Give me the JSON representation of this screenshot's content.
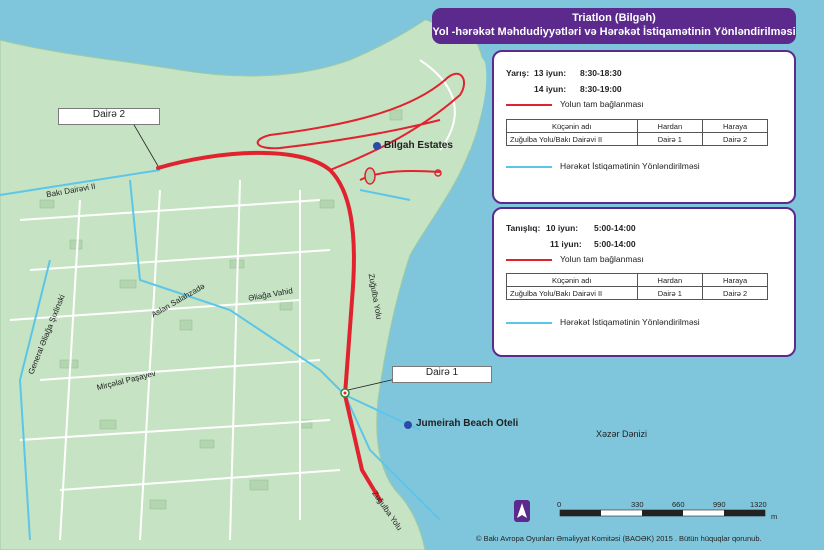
{
  "header": {
    "title_line1": "Triatlon (Bilgəh)",
    "title_line2": "Yol -hərəkət Məhdudiyyətləri və Hərəkət İstiqamətinin Yönləndirilməsi"
  },
  "race_panel": {
    "label_race": "Yarış:",
    "days": [
      {
        "date": "13  iyun:",
        "time": "8:30-18:30"
      },
      {
        "date": "14  iyun:",
        "time": "8:30-19:00"
      }
    ],
    "closure_label": "Yolun tam bağlanması",
    "table_headers": [
      "Küçənin adı",
      "Hardan",
      "Haraya"
    ],
    "table_row": [
      "Zuğulba Yolu/Bakı Dairəvi II",
      "Dairə 1",
      "Dairə 2"
    ],
    "diversion_label": "Hərəkət İstiqamətinin Yönləndirilməsi"
  },
  "familiar_panel": {
    "label_familiar": "Tanışlıq:",
    "days": [
      {
        "date": "10  iyun:",
        "time": "5:00-14:00"
      },
      {
        "date": "11  iyun:",
        "time": "5:00-14:00"
      }
    ],
    "closure_label": "Yolun tam bağlanması",
    "table_headers": [
      "Küçənin adı",
      "Hardan",
      "Haraya"
    ],
    "table_row": [
      "Zuğulba Yolu/Bakı Dairəvi II",
      "Dairə 1",
      "Dairə 2"
    ],
    "diversion_label": "Hərəkət İstiqamətinin Yönləndirilməsi"
  },
  "map_labels": {
    "circle2": "Dairə 2",
    "circle1": "Dairə 1",
    "bilgah": "Bilgah Estates",
    "jumeirah": "Jumeirah Beach Oteli",
    "sea": "Xəzər Dənizi",
    "baku_ring": "Bakı Dairəvi II",
    "aslan": "Aslan Salahzadə",
    "eliaga": "Əliağa Vahid",
    "general": "General Əliağa Şıxlinski",
    "mircelal": "Mirçəlal Paşayev",
    "zugulba1": "Zuğulba Yolu",
    "zugulba2": "Zuğulba Yolu"
  },
  "scale": {
    "ticks": [
      "0",
      "330",
      "660",
      "990",
      "1320"
    ],
    "unit": "m"
  },
  "footer": "© Bakı Avropa Oyunları Əməliyyat Komitəsi (BAOƏK) 2015 . Bütün hüquqlar qorunub.",
  "colors": {
    "sea": "#7fc6dc",
    "land": "#c6e3c4",
    "closure_red": "#e1232f",
    "diversion_blue": "#5cc6e8",
    "header_purple": "#5b2a8c"
  }
}
